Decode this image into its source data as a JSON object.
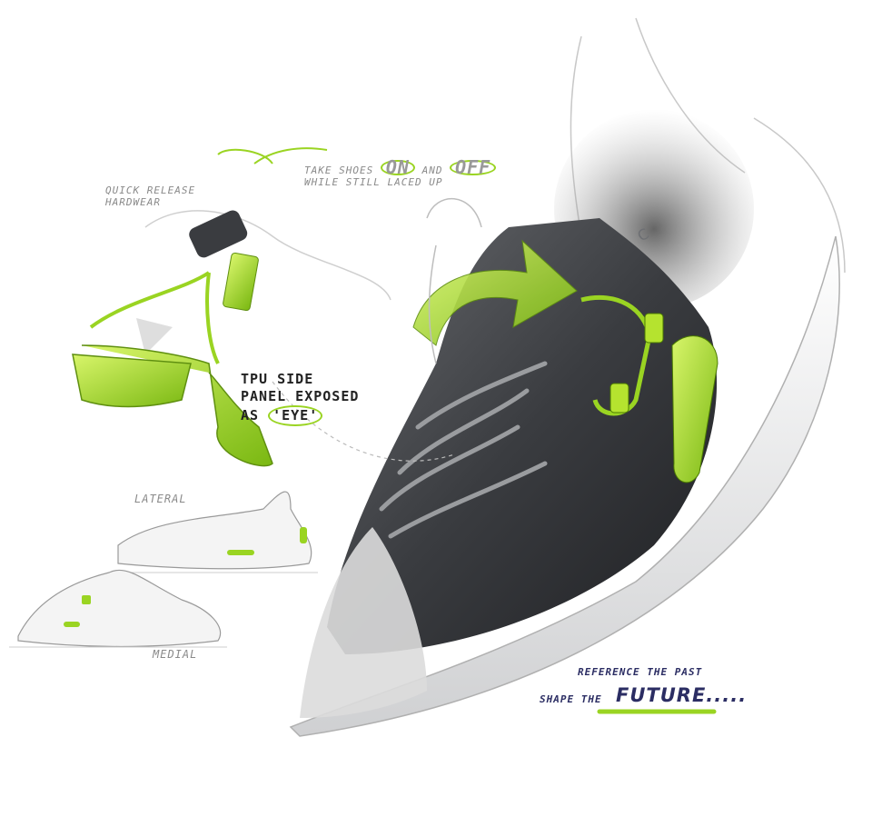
{
  "annotations": {
    "quick_release": [
      "QUICK RELEASE",
      "HARDWEAR"
    ],
    "take_shoes_pre": "TAKE SHOES",
    "take_shoes_on": "ON",
    "take_shoes_and": "AND",
    "take_shoes_off": "OFF",
    "take_shoes_line2": "WHILE STILL LACED UP",
    "tpu_lines": [
      "TPU SIDE",
      "PANEL EXPOSED"
    ],
    "tpu_as": "AS",
    "tpu_eye": "'EYE'",
    "lateral": "LATERAL",
    "medial": "MEDIAL",
    "tagline_line1": "REFERENCE THE PAST",
    "tagline_shape": "SHAPE THE",
    "tagline_future": "FUTURE.....",
    "logo_mark": "C"
  },
  "colors": {
    "accent_green": "#9ad422",
    "shoe_dark": "#3a3c40",
    "sketch_grey": "#8a8a8a",
    "navy_text": "#2b2d63"
  }
}
